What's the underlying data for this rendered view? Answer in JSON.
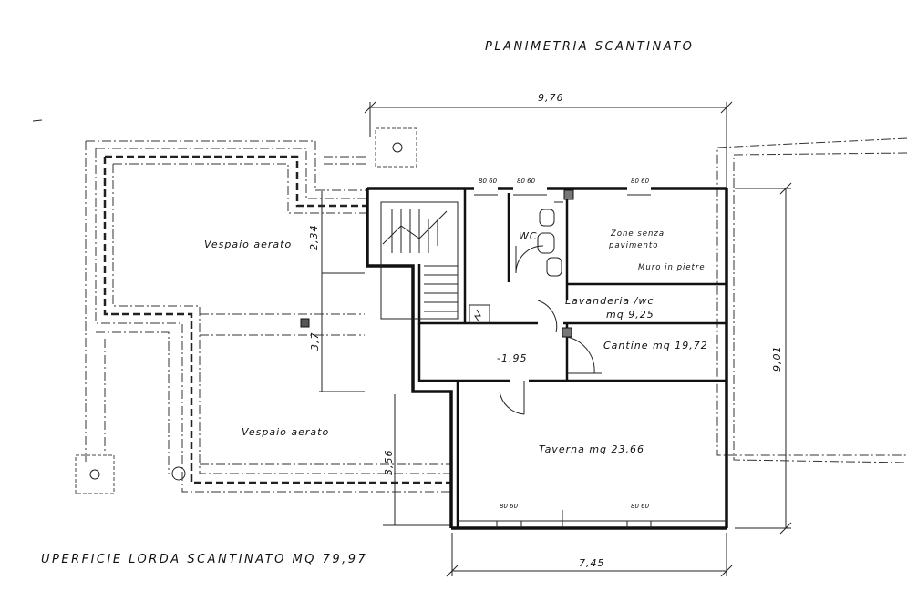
{
  "title": "PLANIMETRIA SCANTINATO",
  "footer": "UPERFICIE LORDA SCANTINATO MQ 79,97",
  "rooms": {
    "vespaio_top": "Vespaio aerato",
    "vespaio_bottom": "Vespaio aerato",
    "wc": "WC",
    "zone_line1": "Zone senza",
    "zone_line2": "pavimento",
    "muro": "Muro in pietre",
    "lavanderia_line1": "Lavanderia /wc",
    "lavanderia_line2": "mq 9,25",
    "cantine": "Cantine mq 19,72",
    "taverna": "Taverna mq 23,66",
    "level": "-1,95"
  },
  "dimensions": {
    "top_width": "9,76",
    "bottom_width": "7,45",
    "right_height": "9,01",
    "left_a": "2,34",
    "left_b": "3,7",
    "left_c": "3,56"
  },
  "window_marks": "80 60"
}
